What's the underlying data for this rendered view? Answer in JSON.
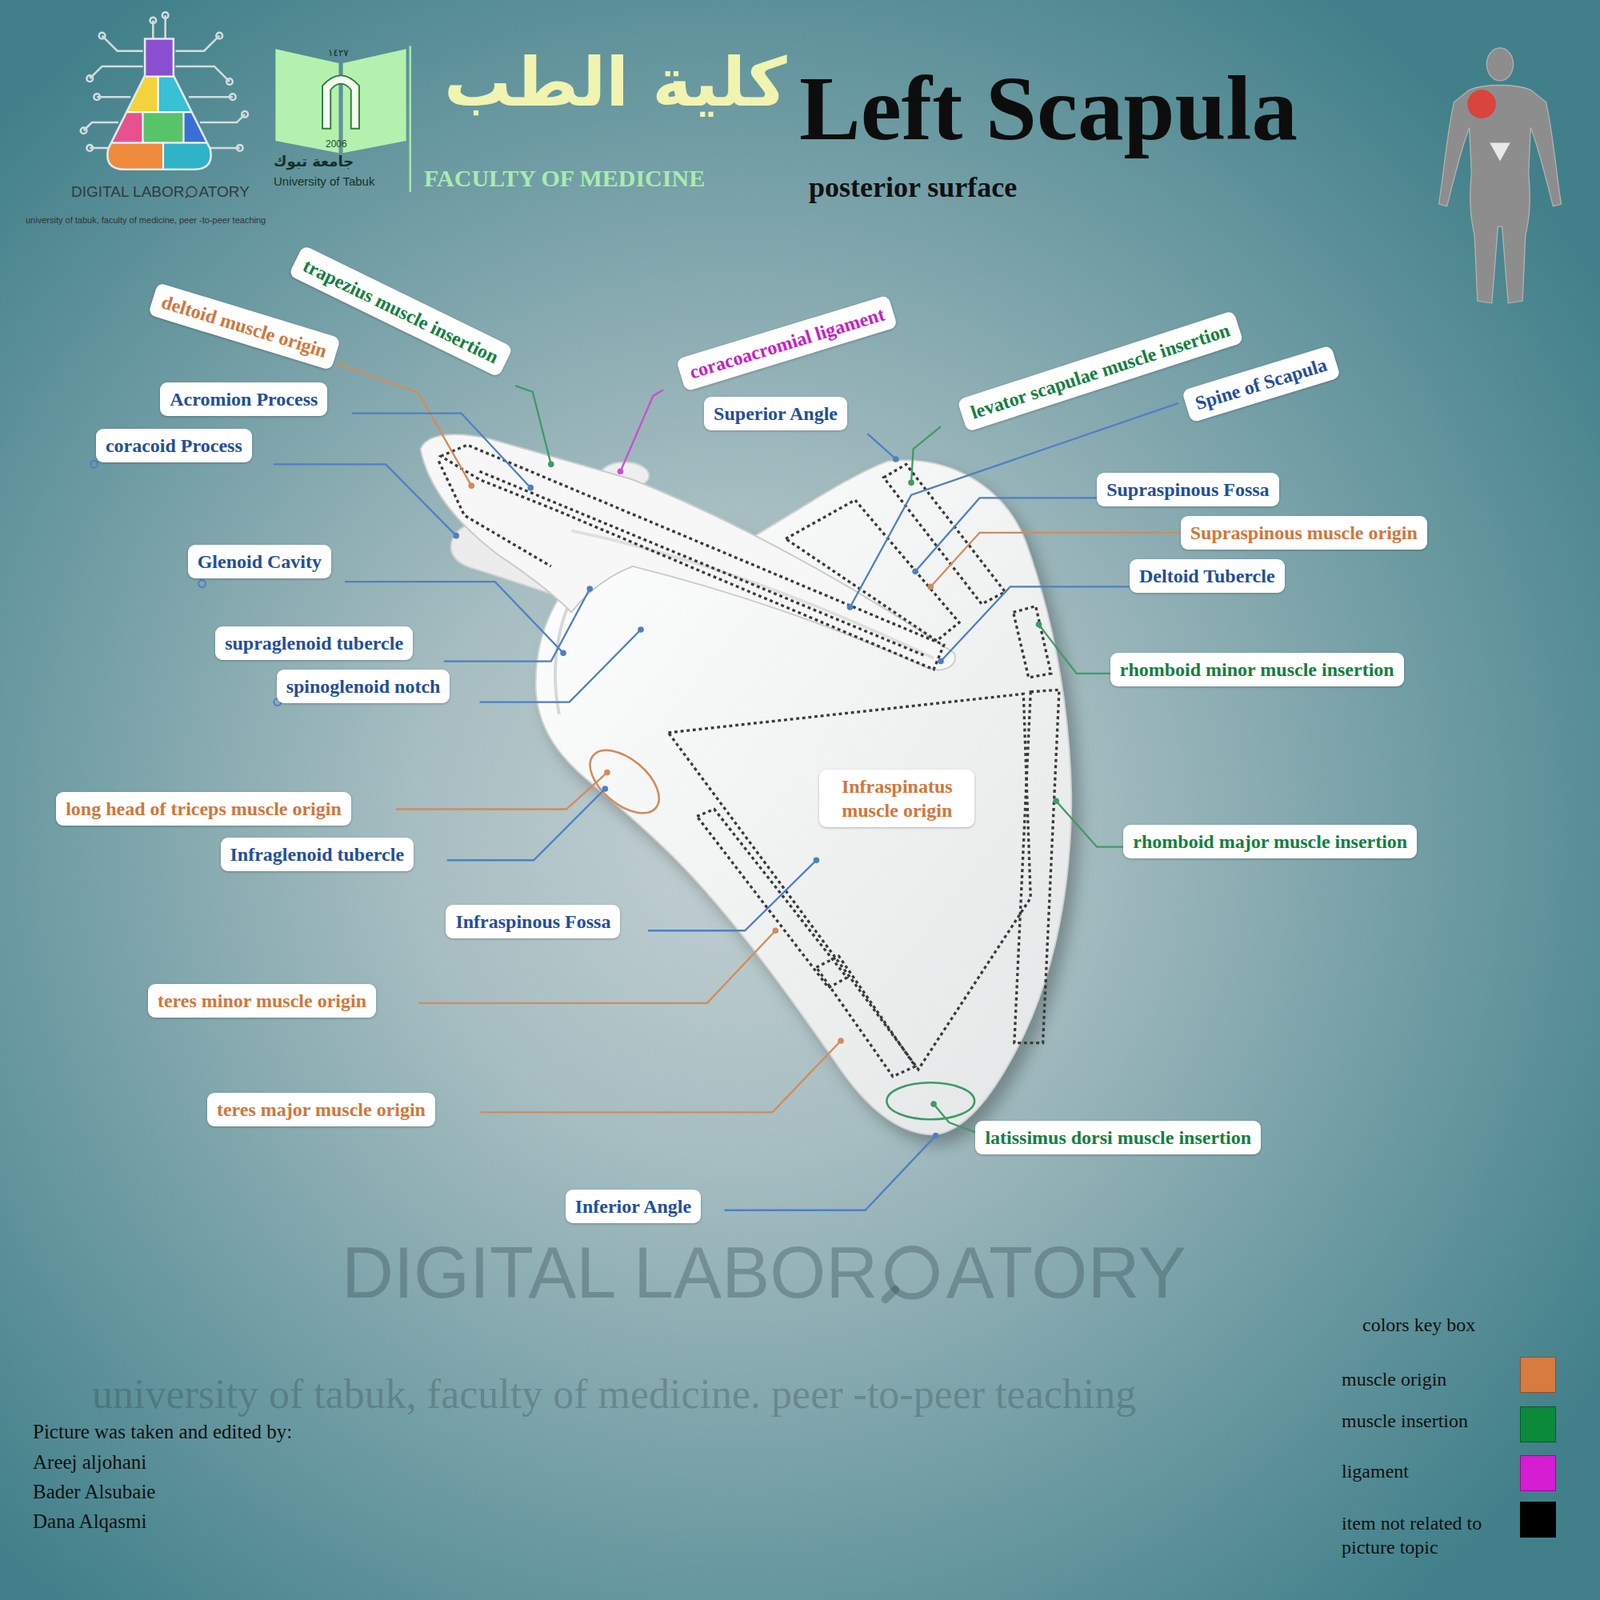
{
  "diagram": {
    "title": "Left Scapula",
    "nodes": [
      {
        "text": [
          "trapezius muscle insertion"
        ]
      },
      {
        "text": [
          "deltoid muscle origin"
        ]
      },
      {
        "text": [
          "coracoacromial ligament"
        ]
      },
      {
        "text": [
          "levator scapulae muscle insertion"
        ]
      },
      {
        "text": [
          "Spine of Scapula"
        ]
      },
      {
        "text": [
          "Acromion Process"
        ]
      },
      {
        "text": [
          "Superior Angle"
        ]
      },
      {
        "text": [
          "coracoid Process"
        ]
      },
      {
        "text": [
          "Supraspinous Fossa"
        ]
      },
      {
        "text": [
          "Supraspinous muscle origin"
        ]
      },
      {
        "text": [
          "Glenoid Cavity"
        ]
      },
      {
        "text": [
          "Deltoid Tubercle"
        ]
      },
      {
        "text": [
          "supraglenoid tubercle"
        ]
      },
      {
        "text": [
          "rhomboid minor muscle insertion"
        ]
      },
      {
        "text": [
          "spinoglenoid notch"
        ]
      },
      {
        "text": [
          "Infraspinatus muscle origin"
        ]
      },
      {
        "text": [
          "long head of triceps muscle origin"
        ]
      },
      {
        "text": [
          "rhomboid major muscle insertion"
        ]
      },
      {
        "text": [
          "Infraglenoid tubercle"
        ]
      },
      {
        "text": [
          "Infraspinous Fossa"
        ]
      },
      {
        "text": [
          "teres minor muscle origin"
        ]
      },
      {
        "text": [
          "teres major muscle origin"
        ]
      },
      {
        "text": [
          "latissimus dorsi muscle insertion"
        ]
      },
      {
        "text": [
          "Inferior Angle"
        ]
      }
    ],
    "labels": [
      "DIGITAL LABOR",
      "ATORY",
      "university of tabuk, faculty of medicine, peer -to-peer teaching",
      "١٤٢٧",
      "2006",
      "جامعة تبوك",
      "University of Tabuk",
      "كلية الطب",
      "FACULTY OF MEDICINE",
      "posterior surface",
      "DIGITAL LABOR",
      "ATORY",
      "university of tabuk, faculty of medicine. peer -to-peer teaching",
      "colors key box",
      "Picture was taken and edited by:",
      "Areej aljohani",
      "Bader Alsubaie",
      "Dana Alqasmi"
    ],
    "legend": [
      {
        "text": "muscle origin",
        "color": "#d77b40"
      },
      {
        "text": "muscle insertion",
        "color": "#0b8a3b"
      },
      {
        "text": "ligament",
        "color": "#d61dd1"
      },
      {
        "text": "item not related to picture topic",
        "color": "#000000"
      }
    ]
  }
}
